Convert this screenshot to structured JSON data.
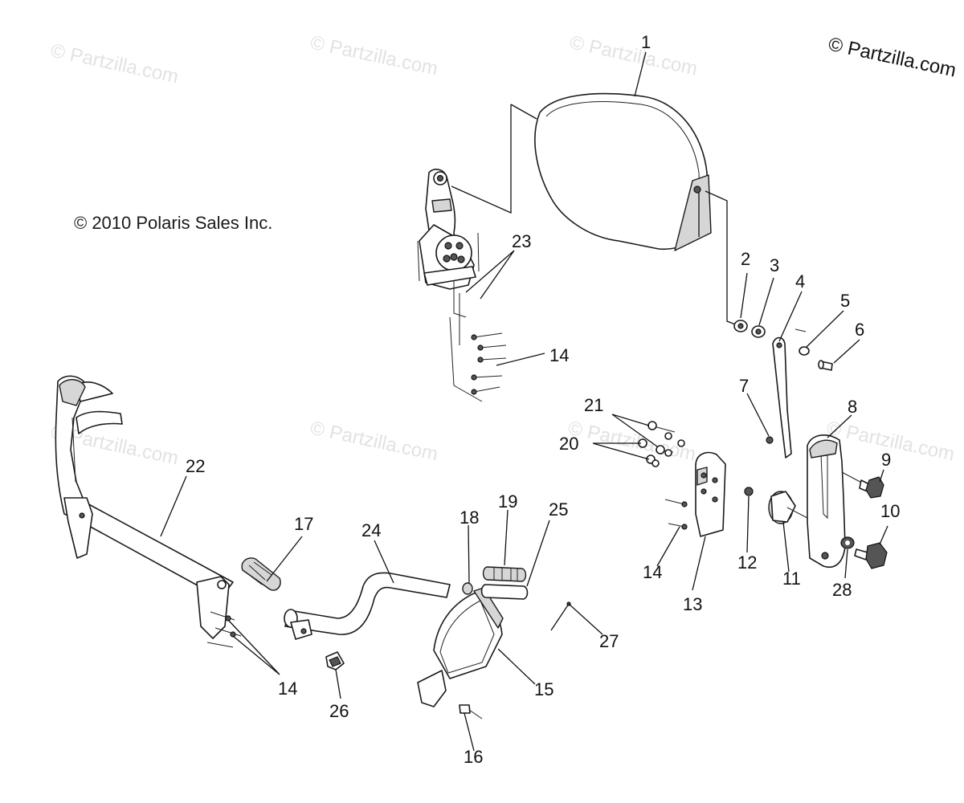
{
  "copyright_notice": "© 2010 Polaris Sales Inc.",
  "watermarks": {
    "repeated": "© Partzilla.com",
    "corner": "© Partzilla.com"
  },
  "callouts": {
    "c1": "1",
    "c2": "2",
    "c3": "3",
    "c4": "4",
    "c5": "5",
    "c6": "6",
    "c7": "7",
    "c8": "8",
    "c9": "9",
    "c10": "10",
    "c11": "11",
    "c12": "12",
    "c13": "13",
    "c14a": "14",
    "c14b": "14",
    "c14c": "14",
    "c15": "15",
    "c16": "16",
    "c17": "17",
    "c18": "18",
    "c19": "19",
    "c20": "20",
    "c21": "21",
    "c22": "22",
    "c23": "23",
    "c24": "24",
    "c25": "25",
    "c26": "26",
    "c27": "27",
    "c28": "28"
  }
}
